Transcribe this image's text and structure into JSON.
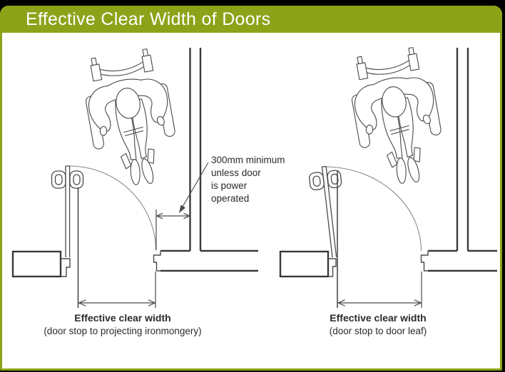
{
  "header": {
    "title": "Effective Clear Width of Doors",
    "bg_color": "#8ca319",
    "text_color": "#ffffff"
  },
  "annotation": {
    "lines": [
      "300mm minimum",
      "unless door",
      "is power",
      "operated"
    ]
  },
  "diagrams": {
    "left": {
      "caption_line1": "Effective clear width",
      "caption_line2": "(door stop to projecting ironmongery)"
    },
    "right": {
      "caption_line1": "Effective clear width",
      "caption_line2": "(door stop to door leaf)"
    }
  },
  "colors": {
    "accent_green": "#8ca319",
    "line_art": "#4a4a4a",
    "wall": "#3a3a3a",
    "text": "#2b2b2b",
    "canvas": "#ffffff",
    "page_bg": "#000000"
  }
}
